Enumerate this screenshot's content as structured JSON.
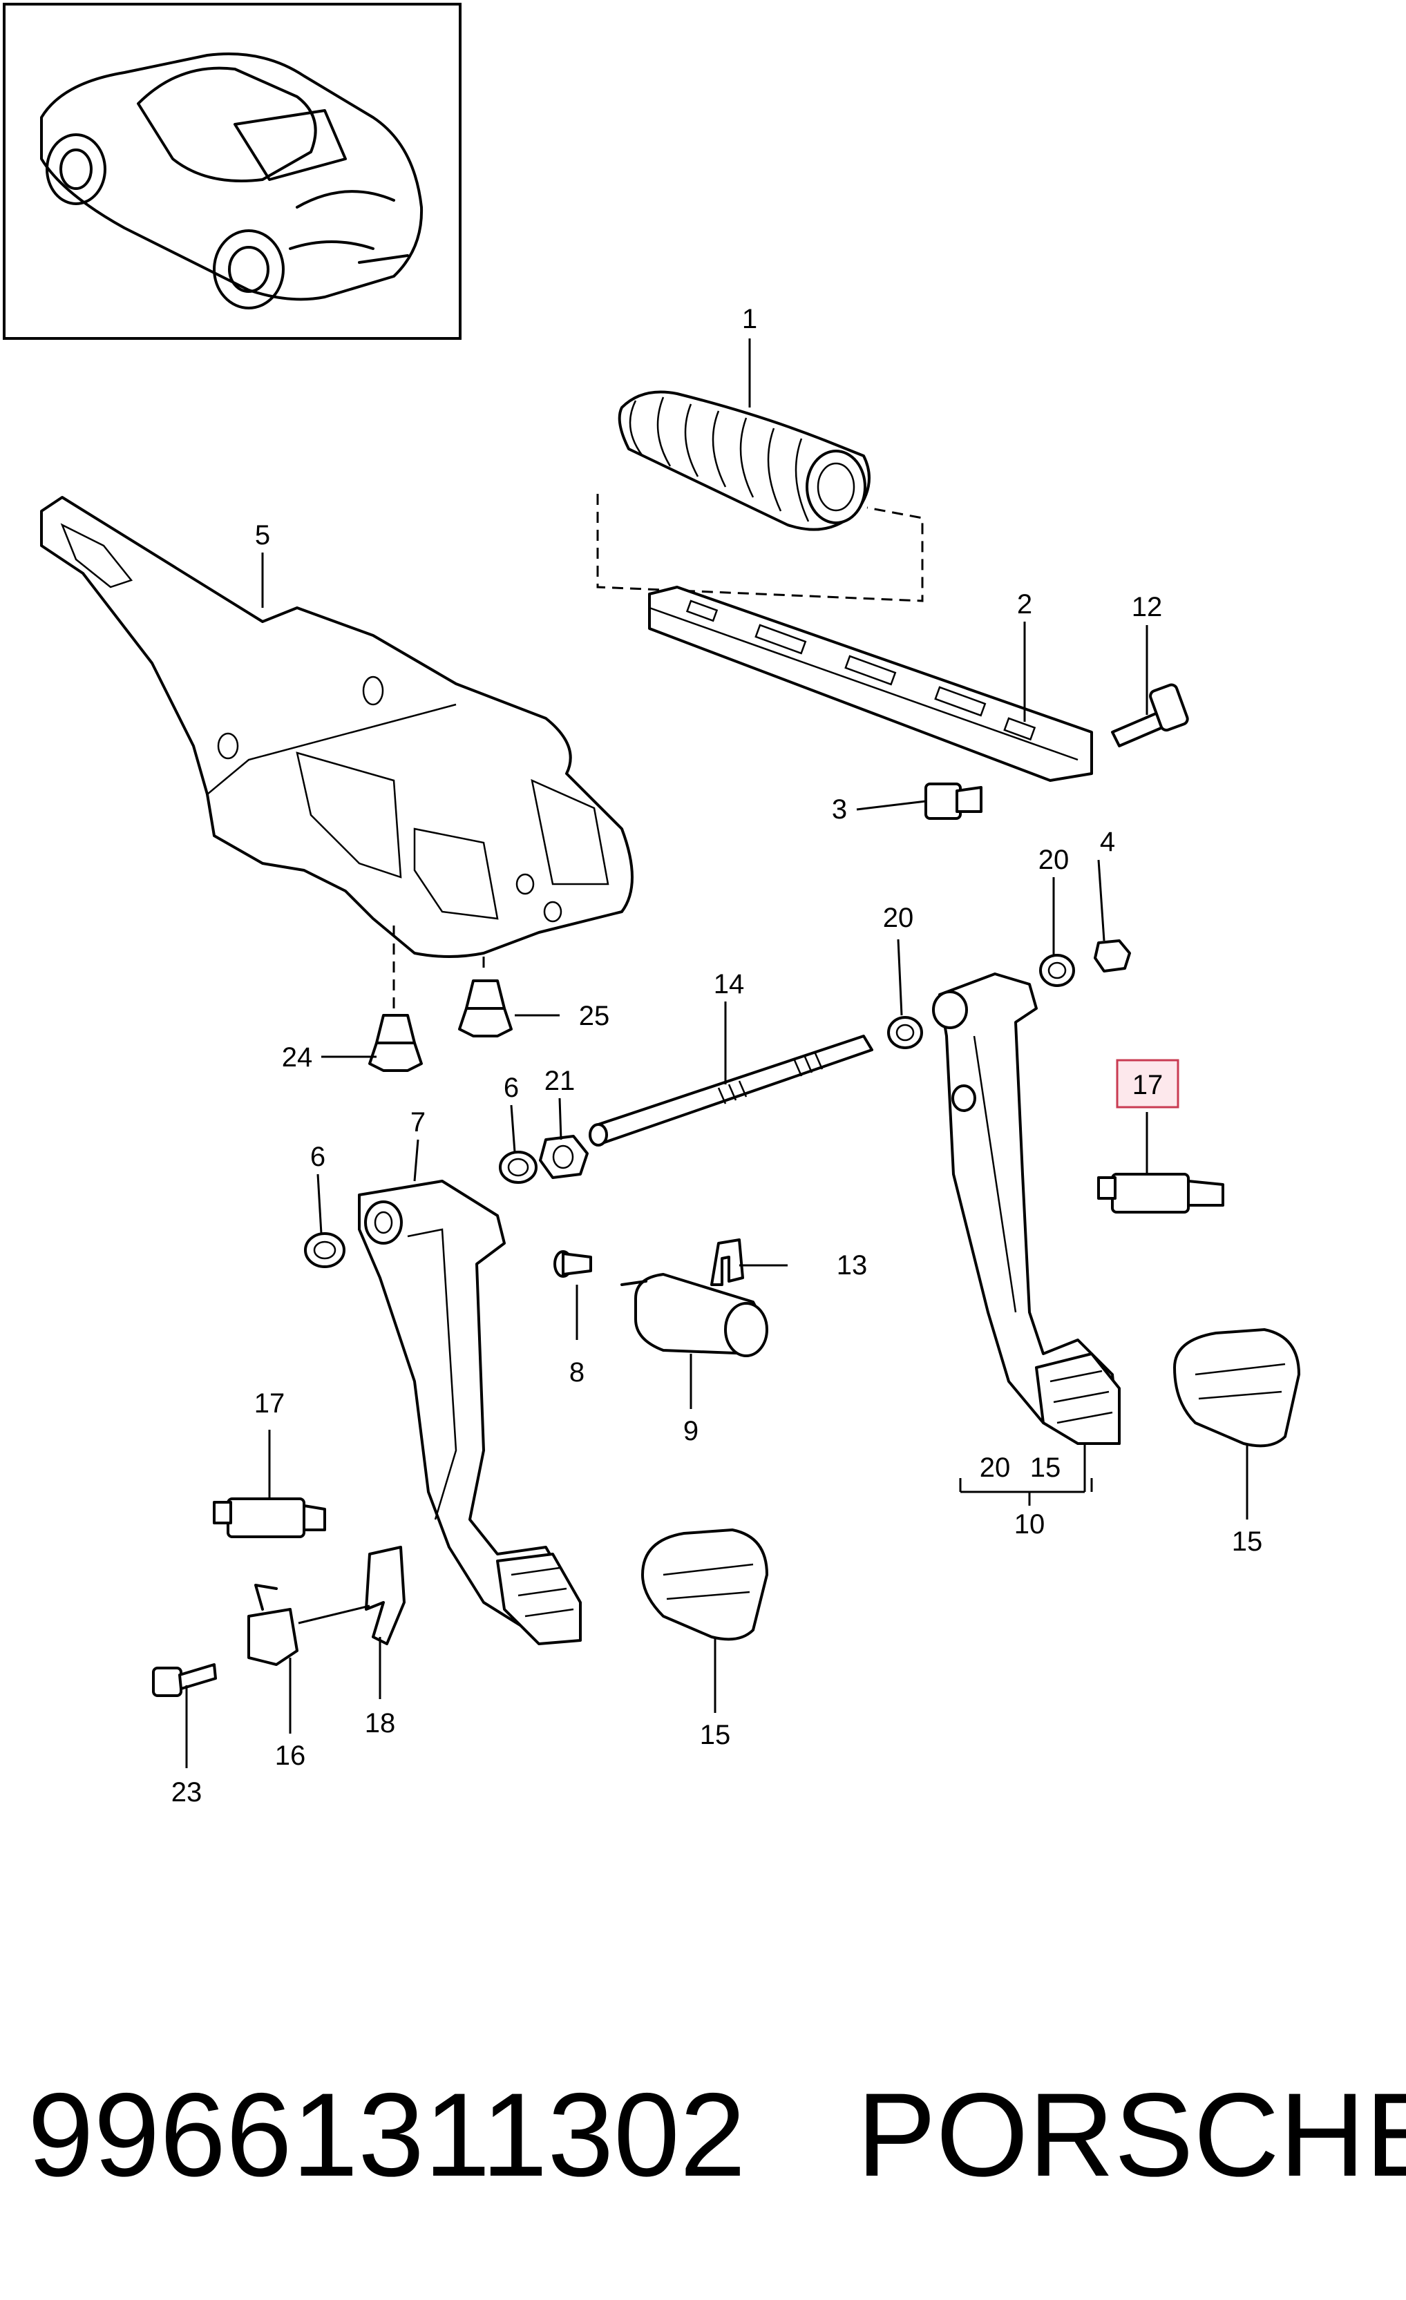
{
  "callouts": {
    "c1": "1",
    "c2": "2",
    "c3": "3",
    "c4": "4",
    "c5": "5",
    "c6a": "6",
    "c6b": "6",
    "c7": "7",
    "c8": "8",
    "c9": "9",
    "c10": "10",
    "c12": "12",
    "c13": "13",
    "c14": "14",
    "c15a": "15",
    "c15b": "15",
    "c15c": "15",
    "c16": "16",
    "c17a": "17",
    "c17b": "17",
    "c18": "18",
    "c20a": "20",
    "c20b": "20",
    "c20c": "20",
    "c21": "21",
    "c23": "23",
    "c24": "24",
    "c25": "25"
  },
  "highlight": {
    "callout": "17",
    "color": "#c93b52",
    "fill": "#fde8ec"
  },
  "footer": {
    "part_number": "99661311302",
    "brand": "PORSCHE"
  }
}
